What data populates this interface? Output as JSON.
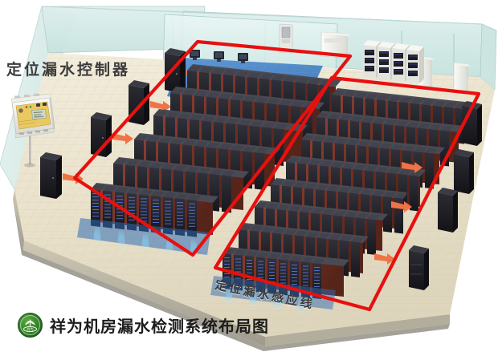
{
  "diagram": {
    "title_caption": "祥为机房漏水检测系统布局图",
    "label_controller": "定位漏水控制器",
    "label_sensor_line": "定位漏水感应线",
    "logo_name": "xiangwei-green-leaf-logo"
  },
  "colors": {
    "sense_line_red": "#e8100f",
    "arrow_orange": "#ef7344",
    "floor_beige": "#ece4cf",
    "floor_blue": "#3f7ec6",
    "wall_glass": "#d7ece9",
    "rack_dark": "#2a2a31",
    "rack_body_brown": "#7c3526",
    "logo_green": "#2f7d27",
    "text_gray": "#3a3a3a",
    "led_blue": "#4a74d8",
    "beam_cyan": "#77c8ef",
    "controller_face": "#e8c65c"
  },
  "room": {
    "floor_label": "raised-access-floor",
    "monitor_area_label": "blue-monitoring-zone",
    "consoles_count": 3,
    "battery_rack_columns": 4,
    "ac_units_back_wall": 2,
    "left_wall_cabinets": 4,
    "right_wall_cabinets": 4
  },
  "zones": [
    {
      "name": "left-rack-zone",
      "rows": 6,
      "loop": "closed-red-loop"
    },
    {
      "name": "right-rack-zone",
      "rows": 8,
      "loop": "closed-red-loop"
    }
  ],
  "controller": {
    "device_name": "leak-detection-controller",
    "mount": "pole-mounted",
    "display": "lcd-screen",
    "buttons": 2,
    "indicator_lights": 3
  },
  "legend": {
    "red_line_meaning": "定位漏水感应线",
    "controller_meaning": "定位漏水控制器"
  }
}
